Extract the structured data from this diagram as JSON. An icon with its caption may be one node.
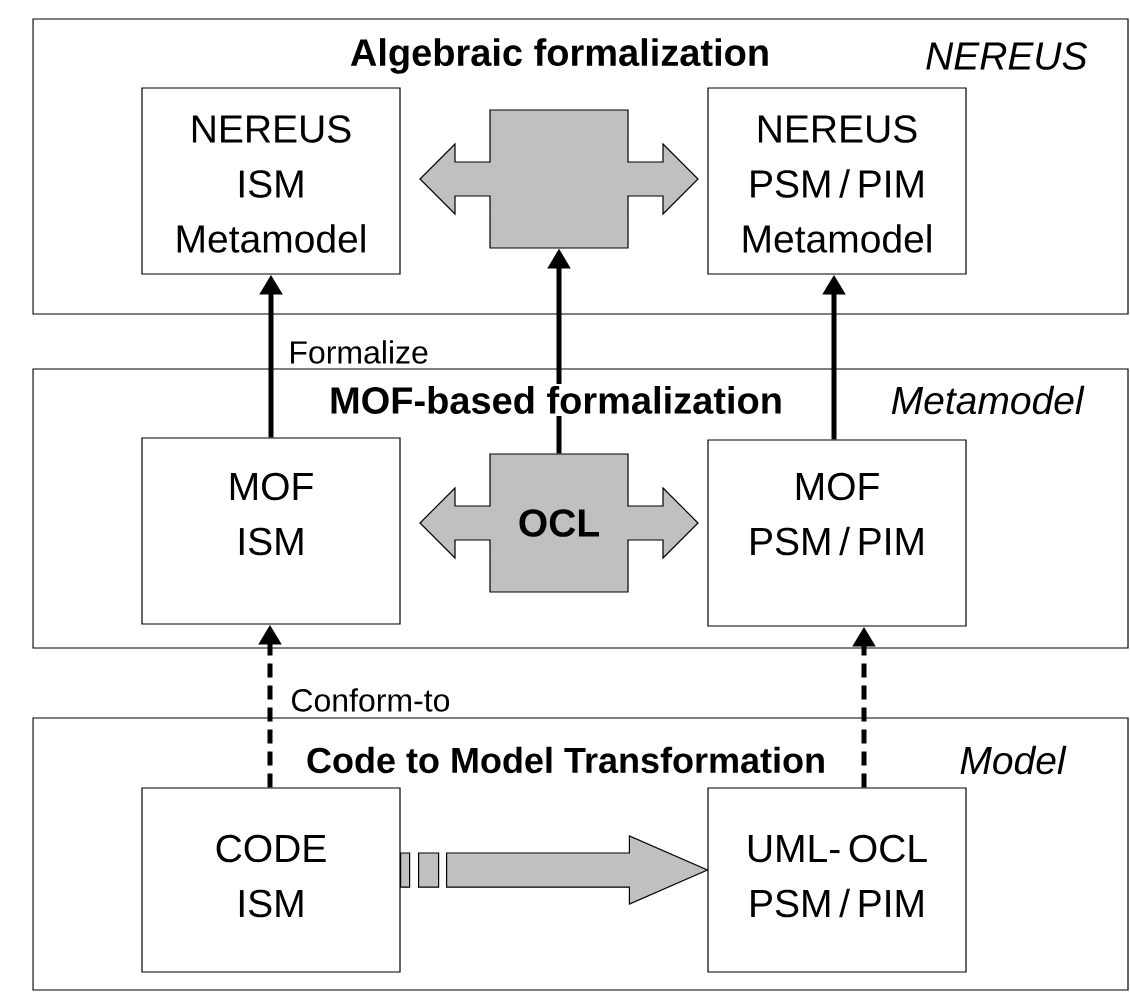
{
  "diagram": {
    "nodes": [
      {
        "text": [
          "Algebraic formalization",
          "NEREUS"
        ]
      },
      {
        "text": [
          "NEREUS ISM Metamodel"
        ],
        "in": 0
      },
      {
        "text": [],
        "shape": "arrow",
        "in": 0
      },
      {
        "text": [
          "NEREUS PSM / PIM Metamodel"
        ],
        "in": 0
      },
      {
        "text": [
          "MOF-based formalization",
          "Metamodel"
        ]
      },
      {
        "text": [
          "MOF ISM"
        ],
        "in": 4
      },
      {
        "text": [
          "OCL"
        ],
        "in": 4
      },
      {
        "text": [
          "MOF PSM / PIM"
        ],
        "in": 4
      },
      {
        "text": [
          "Code to Model Transformation",
          "Model"
        ]
      },
      {
        "text": [
          "CODE ISM"
        ],
        "in": 8
      },
      {
        "text": [
          "UML- OCL PSM / PIM"
        ],
        "in": 8
      }
    ],
    "edges": [
      {
        "from": 5,
        "to": 1,
        "arrow": "to",
        "label": "Formalize"
      },
      {
        "from": 6,
        "to": 2,
        "arrow": "to"
      },
      {
        "from": 7,
        "to": 3,
        "arrow": "to"
      },
      {
        "from": 9,
        "to": 5,
        "arrow": "to",
        "style": "dashed",
        "label": "Conform-to"
      },
      {
        "from": 10,
        "to": 7,
        "arrow": "to",
        "style": "dashed"
      },
      {
        "from": 9,
        "to": 10,
        "arrow": "to",
        "style": "thick"
      }
    ]
  }
}
